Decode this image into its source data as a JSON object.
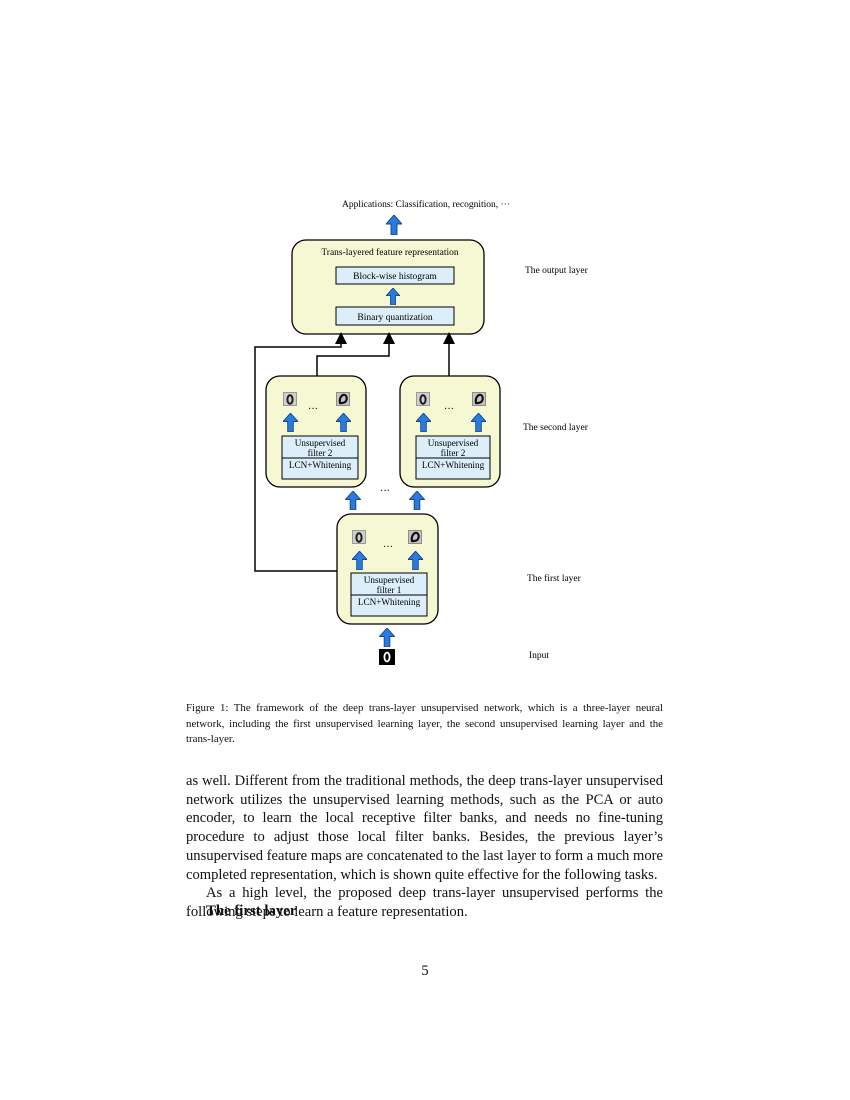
{
  "figure": {
    "top_label": "Applications: Classification, recognition, ···",
    "output_box": {
      "title": "Trans-layered feature representation",
      "histogram_label": "Block-wise histogram",
      "quantization_label": "Binary quantization"
    },
    "second_layer_box": {
      "filter_label_line1": "Unsupervised",
      "filter_label_line2": "filter 2",
      "norm_label": "LCN+Whitening"
    },
    "first_layer_box": {
      "filter_label_line1": "Unsupervised",
      "filter_label_line2": "filter 1",
      "norm_label": "LCN+Whitening"
    },
    "ellipsis": "···",
    "layer_labels": {
      "output": "The output layer",
      "second": "The second layer",
      "first": "The first layer",
      "input": "Input"
    },
    "colors": {
      "box_fill": "#f6f8d4",
      "inner_fill": "#dbeef9",
      "arrow_fill": "#2a7bdc"
    },
    "icons": [
      "up-arrow-icon",
      "digit-zero-thumbnail-icon"
    ]
  },
  "caption": "Figure 1: The framework of the deep trans-layer unsupervised network, which is a three-layer neural network, including the first unsupervised learning layer, the second unsupervised learning layer and the trans-layer.",
  "paragraphs": [
    "as well. Different from the traditional methods, the deep trans-layer unsupervised network utilizes the unsupervised learning methods, such as the PCA or auto encoder, to learn the local receptive filter banks, and needs no fine-tuning procedure to adjust those local filter banks. Besides, the previous layer’s unsupervised feature maps are concatenated to the last layer to form a much more completed representation, which is shown quite effective for the following tasks.",
    "As a high level, the proposed deep trans-layer unsupervised performs the following steps to learn a feature representation."
  ],
  "section_heading": "The first layer",
  "page_number": "5"
}
